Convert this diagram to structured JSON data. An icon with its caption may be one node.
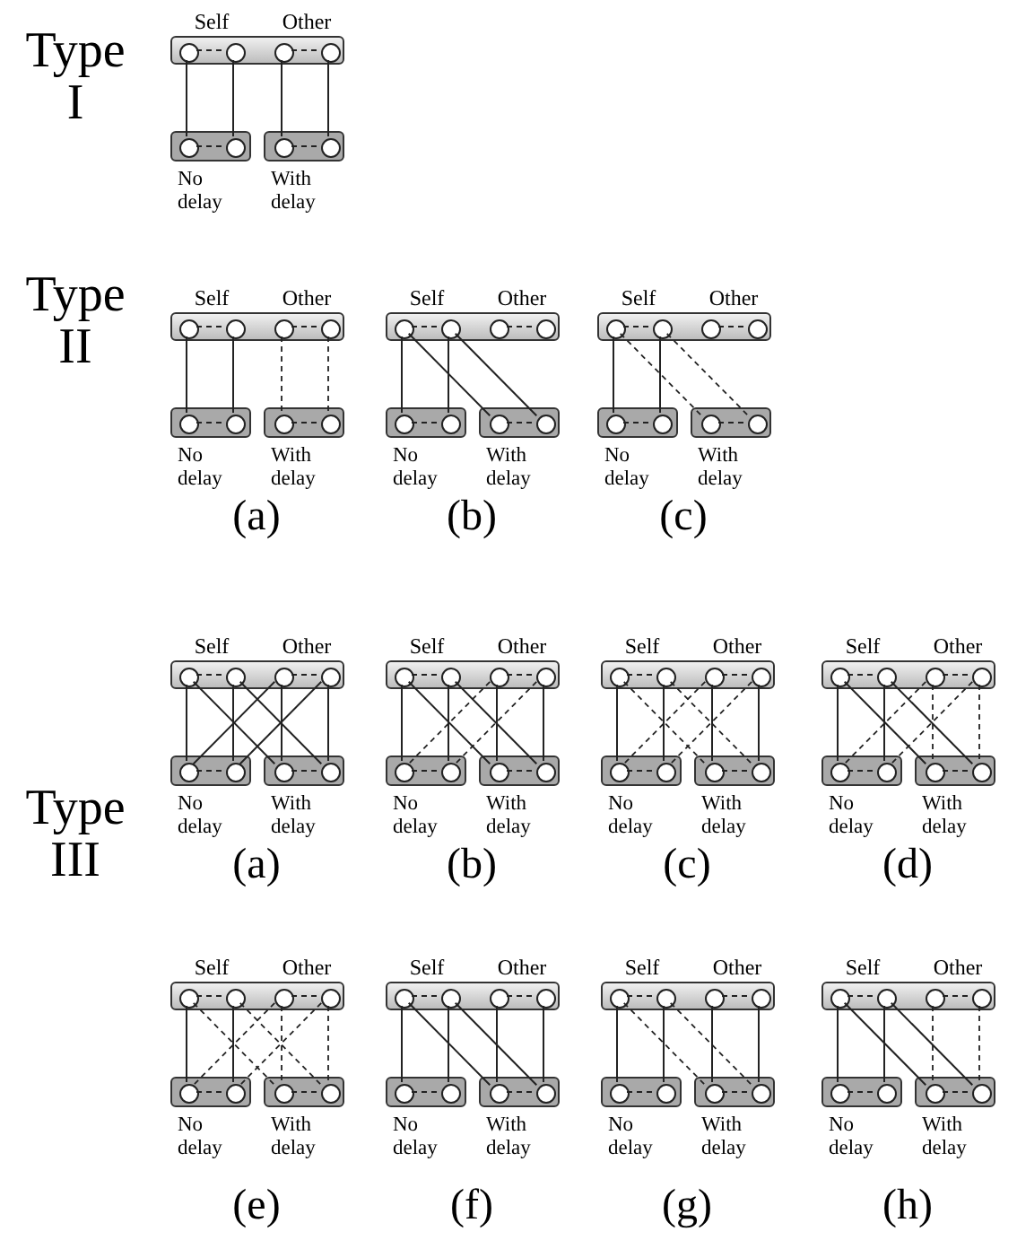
{
  "diagram": {
    "nodes": [
      {
        "text": [
          "Self",
          "Other"
        ]
      },
      {
        "text": [],
        "shape": "circle",
        "in": 0
      },
      {
        "text": [],
        "shape": "circle",
        "in": 0
      },
      {
        "text": [],
        "shape": "circle",
        "in": 0
      },
      {
        "text": [],
        "shape": "circle",
        "in": 0
      },
      {
        "text": [
          "No delay"
        ]
      },
      {
        "text": [],
        "shape": "circle",
        "in": 5
      },
      {
        "text": [],
        "shape": "circle",
        "in": 5
      },
      {
        "text": [
          "With delay"
        ]
      },
      {
        "text": [],
        "shape": "circle",
        "in": 8
      },
      {
        "text": [],
        "shape": "circle",
        "in": 8
      },
      {
        "text": [
          "Self",
          "Other"
        ]
      },
      {
        "text": [],
        "shape": "circle",
        "in": 11
      },
      {
        "text": [],
        "shape": "circle",
        "in": 11
      },
      {
        "text": [],
        "shape": "circle",
        "in": 11
      },
      {
        "text": [],
        "shape": "circle",
        "in": 11
      },
      {
        "text": [
          "No delay"
        ]
      },
      {
        "text": [],
        "shape": "circle",
        "in": 16
      },
      {
        "text": [],
        "shape": "circle",
        "in": 16
      },
      {
        "text": [
          "With delay"
        ]
      },
      {
        "text": [],
        "shape": "circle",
        "in": 19
      },
      {
        "text": [],
        "shape": "circle",
        "in": 19
      },
      {
        "text": [
          "Self",
          "Other"
        ]
      },
      {
        "text": [],
        "shape": "circle",
        "in": 22
      },
      {
        "text": [],
        "shape": "circle",
        "in": 22
      },
      {
        "text": [],
        "shape": "circle",
        "in": 22
      },
      {
        "text": [],
        "shape": "circle",
        "in": 22
      },
      {
        "text": [
          "No delay"
        ]
      },
      {
        "text": [],
        "shape": "circle",
        "in": 27
      },
      {
        "text": [],
        "shape": "circle",
        "in": 27
      },
      {
        "text": [
          "With delay"
        ]
      },
      {
        "text": [],
        "shape": "circle",
        "in": 30
      },
      {
        "text": [],
        "shape": "circle",
        "in": 30
      },
      {
        "text": [
          "Self",
          "Other"
        ]
      },
      {
        "text": [],
        "shape": "circle",
        "in": 33
      },
      {
        "text": [],
        "shape": "circle",
        "in": 33
      },
      {
        "text": [],
        "shape": "circle",
        "in": 33
      },
      {
        "text": [],
        "shape": "circle",
        "in": 33
      },
      {
        "text": [
          "No delay"
        ]
      },
      {
        "text": [],
        "shape": "circle",
        "in": 38
      },
      {
        "text": [],
        "shape": "circle",
        "in": 38
      },
      {
        "text": [
          "With delay"
        ]
      },
      {
        "text": [],
        "shape": "circle",
        "in": 41
      },
      {
        "text": [],
        "shape": "circle",
        "in": 41
      },
      {
        "text": [
          "Self",
          "Other"
        ]
      },
      {
        "text": [],
        "shape": "circle",
        "in": 44
      },
      {
        "text": [],
        "shape": "circle",
        "in": 44
      },
      {
        "text": [],
        "shape": "circle",
        "in": 44
      },
      {
        "text": [],
        "shape": "circle",
        "in": 44
      },
      {
        "text": [
          "No delay"
        ]
      },
      {
        "text": [],
        "shape": "circle",
        "in": 49
      },
      {
        "text": [],
        "shape": "circle",
        "in": 49
      },
      {
        "text": [
          "With delay"
        ]
      },
      {
        "text": [],
        "shape": "circle",
        "in": 52
      },
      {
        "text": [],
        "shape": "circle",
        "in": 52
      },
      {
        "text": [
          "Self",
          "Other"
        ]
      },
      {
        "text": [],
        "shape": "circle",
        "in": 55
      },
      {
        "text": [],
        "shape": "circle",
        "in": 55
      },
      {
        "text": [],
        "shape": "circle",
        "in": 55
      },
      {
        "text": [],
        "shape": "circle",
        "in": 55
      },
      {
        "text": [
          "No delay"
        ]
      },
      {
        "text": [],
        "shape": "circle",
        "in": 60
      },
      {
        "text": [],
        "shape": "circle",
        "in": 60
      },
      {
        "text": [
          "With delay"
        ]
      },
      {
        "text": [],
        "shape": "circle",
        "in": 63
      },
      {
        "text": [],
        "shape": "circle",
        "in": 63
      },
      {
        "text": [
          "Self",
          "Other"
        ]
      },
      {
        "text": [],
        "shape": "circle",
        "in": 66
      },
      {
        "text": [],
        "shape": "circle",
        "in": 66
      },
      {
        "text": [],
        "shape": "circle",
        "in": 66
      },
      {
        "text": [],
        "shape": "circle",
        "in": 66
      },
      {
        "text": [
          "No delay"
        ]
      },
      {
        "text": [],
        "shape": "circle",
        "in": 71
      },
      {
        "text": [],
        "shape": "circle",
        "in": 71
      },
      {
        "text": [
          "With delay"
        ]
      },
      {
        "text": [],
        "shape": "circle",
        "in": 74
      },
      {
        "text": [],
        "shape": "circle",
        "in": 74
      },
      {
        "text": [
          "Self",
          "Other"
        ]
      },
      {
        "text": [],
        "shape": "circle",
        "in": 77
      },
      {
        "text": [],
        "shape": "circle",
        "in": 77
      },
      {
        "text": [],
        "shape": "circle",
        "in": 77
      },
      {
        "text": [],
        "shape": "circle",
        "in": 77
      },
      {
        "text": [
          "No delay"
        ]
      },
      {
        "text": [],
        "shape": "circle",
        "in": 82
      },
      {
        "text": [],
        "shape": "circle",
        "in": 82
      },
      {
        "text": [
          "With delay"
        ]
      },
      {
        "text": [],
        "shape": "circle",
        "in": 85
      },
      {
        "text": [],
        "shape": "circle",
        "in": 85
      },
      {
        "text": [
          "Self",
          "Other"
        ]
      },
      {
        "text": [],
        "shape": "circle",
        "in": 88
      },
      {
        "text": [],
        "shape": "circle",
        "in": 88
      },
      {
        "text": [],
        "shape": "circle",
        "in": 88
      },
      {
        "text": [],
        "shape": "circle",
        "in": 88
      },
      {
        "text": [
          "No delay"
        ]
      },
      {
        "text": [],
        "shape": "circle",
        "in": 93
      },
      {
        "text": [],
        "shape": "circle",
        "in": 93
      },
      {
        "text": [
          "With delay"
        ]
      },
      {
        "text": [],
        "shape": "circle",
        "in": 96
      },
      {
        "text": [],
        "shape": "circle",
        "in": 96
      },
      {
        "text": [
          "Self",
          "Other"
        ]
      },
      {
        "text": [],
        "shape": "circle",
        "in": 99
      },
      {
        "text": [],
        "shape": "circle",
        "in": 99
      },
      {
        "text": [],
        "shape": "circle",
        "in": 99
      },
      {
        "text": [],
        "shape": "circle",
        "in": 99
      },
      {
        "text": [
          "No delay"
        ]
      },
      {
        "text": [],
        "shape": "circle",
        "in": 104
      },
      {
        "text": [],
        "shape": "circle",
        "in": 104
      },
      {
        "text": [
          "With delay"
        ]
      },
      {
        "text": [],
        "shape": "circle",
        "in": 107
      },
      {
        "text": [],
        "shape": "circle",
        "in": 107
      },
      {
        "text": [
          "Self",
          "Other"
        ]
      },
      {
        "text": [],
        "shape": "circle",
        "in": 110
      },
      {
        "text": [],
        "shape": "circle",
        "in": 110
      },
      {
        "text": [],
        "shape": "circle",
        "in": 110
      },
      {
        "text": [],
        "shape": "circle",
        "in": 110
      },
      {
        "text": [
          "No delay"
        ]
      },
      {
        "text": [],
        "shape": "circle",
        "in": 115
      },
      {
        "text": [],
        "shape": "circle",
        "in": 115
      },
      {
        "text": [
          "With delay"
        ]
      },
      {
        "text": [],
        "shape": "circle",
        "in": 118
      },
      {
        "text": [],
        "shape": "circle",
        "in": 118
      },
      {
        "text": [
          "Self",
          "Other"
        ]
      },
      {
        "text": [],
        "shape": "circle",
        "in": 121
      },
      {
        "text": [],
        "shape": "circle",
        "in": 121
      },
      {
        "text": [],
        "shape": "circle",
        "in": 121
      },
      {
        "text": [],
        "shape": "circle",
        "in": 121
      },
      {
        "text": [
          "No delay"
        ]
      },
      {
        "text": [],
        "shape": "circle",
        "in": 126
      },
      {
        "text": [],
        "shape": "circle",
        "in": 126
      },
      {
        "text": [
          "With delay"
        ]
      },
      {
        "text": [],
        "shape": "circle",
        "in": 129
      },
      {
        "text": [],
        "shape": "circle",
        "in": 129
      }
    ],
    "edges": [
      {
        "from": 1,
        "to": 2,
        "arrow": "none",
        "style": "dashed"
      },
      {
        "from": 3,
        "to": 4,
        "arrow": "none",
        "style": "dashed"
      },
      {
        "from": 6,
        "to": 7,
        "arrow": "none",
        "style": "dashed"
      },
      {
        "from": 9,
        "to": 10,
        "arrow": "none",
        "style": "dashed"
      },
      {
        "from": 1,
        "to": 6,
        "arrow": "none"
      },
      {
        "from": 2,
        "to": 7,
        "arrow": "none"
      },
      {
        "from": 3,
        "to": 9,
        "arrow": "none"
      },
      {
        "from": 4,
        "to": 10,
        "arrow": "none"
      },
      {
        "from": 12,
        "to": 13,
        "arrow": "none",
        "style": "dashed"
      },
      {
        "from": 14,
        "to": 15,
        "arrow": "none",
        "style": "dashed"
      },
      {
        "from": 17,
        "to": 18,
        "arrow": "none",
        "style": "dashed"
      },
      {
        "from": 20,
        "to": 21,
        "arrow": "none",
        "style": "dashed"
      },
      {
        "from": 12,
        "to": 17,
        "arrow": "none"
      },
      {
        "from": 13,
        "to": 18,
        "arrow": "none"
      },
      {
        "from": 14,
        "to": 20,
        "arrow": "none",
        "style": "dashed"
      },
      {
        "from": 15,
        "to": 21,
        "arrow": "none",
        "style": "dashed"
      },
      {
        "from": 23,
        "to": 24,
        "arrow": "none",
        "style": "dashed"
      },
      {
        "from": 25,
        "to": 26,
        "arrow": "none",
        "style": "dashed"
      },
      {
        "from": 28,
        "to": 29,
        "arrow": "none",
        "style": "dashed"
      },
      {
        "from": 31,
        "to": 32,
        "arrow": "none",
        "style": "dashed"
      },
      {
        "from": 23,
        "to": 28,
        "arrow": "none"
      },
      {
        "from": 24,
        "to": 29,
        "arrow": "none"
      },
      {
        "from": 23,
        "to": 31,
        "arrow": "none"
      },
      {
        "from": 24,
        "to": 32,
        "arrow": "none"
      },
      {
        "from": 34,
        "to": 35,
        "arrow": "none",
        "style": "dashed"
      },
      {
        "from": 36,
        "to": 37,
        "arrow": "none",
        "style": "dashed"
      },
      {
        "from": 39,
        "to": 40,
        "arrow": "none",
        "style": "dashed"
      },
      {
        "from": 42,
        "to": 43,
        "arrow": "none",
        "style": "dashed"
      },
      {
        "from": 34,
        "to": 39,
        "arrow": "none"
      },
      {
        "from": 35,
        "to": 40,
        "arrow": "none"
      },
      {
        "from": 34,
        "to": 42,
        "arrow": "none",
        "style": "dashed"
      },
      {
        "from": 35,
        "to": 43,
        "arrow": "none",
        "style": "dashed"
      },
      {
        "from": 45,
        "to": 46,
        "arrow": "none",
        "style": "dashed"
      },
      {
        "from": 47,
        "to": 48,
        "arrow": "none",
        "style": "dashed"
      },
      {
        "from": 50,
        "to": 51,
        "arrow": "none",
        "style": "dashed"
      },
      {
        "from": 53,
        "to": 54,
        "arrow": "none",
        "style": "dashed"
      },
      {
        "from": 45,
        "to": 50,
        "arrow": "none"
      },
      {
        "from": 46,
        "to": 51,
        "arrow": "none"
      },
      {
        "from": 47,
        "to": 53,
        "arrow": "none"
      },
      {
        "from": 48,
        "to": 54,
        "arrow": "none"
      },
      {
        "from": 45,
        "to": 53,
        "arrow": "none"
      },
      {
        "from": 46,
        "to": 54,
        "arrow": "none"
      },
      {
        "from": 47,
        "to": 50,
        "arrow": "none"
      },
      {
        "from": 48,
        "to": 51,
        "arrow": "none"
      },
      {
        "from": 56,
        "to": 57,
        "arrow": "none",
        "style": "dashed"
      },
      {
        "from": 58,
        "to": 59,
        "arrow": "none",
        "style": "dashed"
      },
      {
        "from": 61,
        "to": 62,
        "arrow": "none",
        "style": "dashed"
      },
      {
        "from": 64,
        "to": 65,
        "arrow": "none",
        "style": "dashed"
      },
      {
        "from": 56,
        "to": 61,
        "arrow": "none"
      },
      {
        "from": 57,
        "to": 62,
        "arrow": "none"
      },
      {
        "from": 58,
        "to": 64,
        "arrow": "none"
      },
      {
        "from": 59,
        "to": 65,
        "arrow": "none"
      },
      {
        "from": 56,
        "to": 64,
        "arrow": "none"
      },
      {
        "from": 57,
        "to": 65,
        "arrow": "none"
      },
      {
        "from": 58,
        "to": 61,
        "arrow": "none",
        "style": "dashed"
      },
      {
        "from": 59,
        "to": 62,
        "arrow": "none",
        "style": "dashed"
      },
      {
        "from": 67,
        "to": 68,
        "arrow": "none",
        "style": "dashed"
      },
      {
        "from": 69,
        "to": 70,
        "arrow": "none",
        "style": "dashed"
      },
      {
        "from": 72,
        "to": 73,
        "arrow": "none",
        "style": "dashed"
      },
      {
        "from": 75,
        "to": 76,
        "arrow": "none",
        "style": "dashed"
      },
      {
        "from": 67,
        "to": 72,
        "arrow": "none"
      },
      {
        "from": 68,
        "to": 73,
        "arrow": "none"
      },
      {
        "from": 69,
        "to": 75,
        "arrow": "none"
      },
      {
        "from": 70,
        "to": 76,
        "arrow": "none"
      },
      {
        "from": 67,
        "to": 75,
        "arrow": "none",
        "style": "dashed"
      },
      {
        "from": 68,
        "to": 76,
        "arrow": "none",
        "style": "dashed"
      },
      {
        "from": 69,
        "to": 72,
        "arrow": "none",
        "style": "dashed"
      },
      {
        "from": 70,
        "to": 73,
        "arrow": "none",
        "style": "dashed"
      },
      {
        "from": 78,
        "to": 79,
        "arrow": "none",
        "style": "dashed"
      },
      {
        "from": 80,
        "to": 81,
        "arrow": "none",
        "style": "dashed"
      },
      {
        "from": 83,
        "to": 84,
        "arrow": "none",
        "style": "dashed"
      },
      {
        "from": 86,
        "to": 87,
        "arrow": "none",
        "style": "dashed"
      },
      {
        "from": 78,
        "to": 83,
        "arrow": "none"
      },
      {
        "from": 79,
        "to": 84,
        "arrow": "none"
      },
      {
        "from": 80,
        "to": 86,
        "arrow": "none",
        "style": "dashed"
      },
      {
        "from": 81,
        "to": 87,
        "arrow": "none",
        "style": "dashed"
      },
      {
        "from": 78,
        "to": 86,
        "arrow": "none"
      },
      {
        "from": 79,
        "to": 87,
        "arrow": "none"
      },
      {
        "from": 80,
        "to": 83,
        "arrow": "none",
        "style": "dashed"
      },
      {
        "from": 81,
        "to": 84,
        "arrow": "none",
        "style": "dashed"
      },
      {
        "from": 89,
        "to": 90,
        "arrow": "none",
        "style": "dashed"
      },
      {
        "from": 91,
        "to": 92,
        "arrow": "none",
        "style": "dashed"
      },
      {
        "from": 94,
        "to": 95,
        "arrow": "none",
        "style": "dashed"
      },
      {
        "from": 97,
        "to": 98,
        "arrow": "none",
        "style": "dashed"
      },
      {
        "from": 89,
        "to": 94,
        "arrow": "none"
      },
      {
        "from": 90,
        "to": 95,
        "arrow": "none"
      },
      {
        "from": 91,
        "to": 97,
        "arrow": "none",
        "style": "dashed"
      },
      {
        "from": 92,
        "to": 98,
        "arrow": "none",
        "style": "dashed"
      },
      {
        "from": 89,
        "to": 97,
        "arrow": "none",
        "style": "dashed"
      },
      {
        "from": 90,
        "to": 98,
        "arrow": "none",
        "style": "dashed"
      },
      {
        "from": 91,
        "to": 94,
        "arrow": "none",
        "style": "dashed"
      },
      {
        "from": 92,
        "to": 95,
        "arrow": "none",
        "style": "dashed"
      },
      {
        "from": 100,
        "to": 101,
        "arrow": "none",
        "style": "dashed"
      },
      {
        "from": 102,
        "to": 103,
        "arrow": "none",
        "style": "dashed"
      },
      {
        "from": 105,
        "to": 106,
        "arrow": "none",
        "style": "dashed"
      },
      {
        "from": 108,
        "to": 109,
        "arrow": "none",
        "style": "dashed"
      },
      {
        "from": 100,
        "to": 105,
        "arrow": "none"
      },
      {
        "from": 101,
        "to": 106,
        "arrow": "none"
      },
      {
        "from": 102,
        "to": 108,
        "arrow": "none"
      },
      {
        "from": 103,
        "to": 109,
        "arrow": "none"
      },
      {
        "from": 100,
        "to": 108,
        "arrow": "none"
      },
      {
        "from": 101,
        "to": 109,
        "arrow": "none"
      },
      {
        "from": 111,
        "to": 112,
        "arrow": "none",
        "style": "dashed"
      },
      {
        "from": 113,
        "to": 114,
        "arrow": "none",
        "style": "dashed"
      },
      {
        "from": 116,
        "to": 117,
        "arrow": "none",
        "style": "dashed"
      },
      {
        "from": 119,
        "to": 120,
        "arrow": "none",
        "style": "dashed"
      },
      {
        "from": 111,
        "to": 116,
        "arrow": "none"
      },
      {
        "from": 112,
        "to": 117,
        "arrow": "none"
      },
      {
        "from": 113,
        "to": 119,
        "arrow": "none"
      },
      {
        "from": 114,
        "to": 120,
        "arrow": "none"
      },
      {
        "from": 111,
        "to": 119,
        "arrow": "none",
        "style": "dashed"
      },
      {
        "from": 112,
        "to": 120,
        "arrow": "none",
        "style": "dashed"
      },
      {
        "from": 122,
        "to": 123,
        "arrow": "none",
        "style": "dashed"
      },
      {
        "from": 124,
        "to": 125,
        "arrow": "none",
        "style": "dashed"
      },
      {
        "from": 127,
        "to": 128,
        "arrow": "none",
        "style": "dashed"
      },
      {
        "from": 130,
        "to": 131,
        "arrow": "none",
        "style": "dashed"
      },
      {
        "from": 122,
        "to": 127,
        "arrow": "none"
      },
      {
        "from": 123,
        "to": 128,
        "arrow": "none"
      },
      {
        "from": 124,
        "to": 130,
        "arrow": "none",
        "style": "dashed"
      },
      {
        "from": 125,
        "to": 131,
        "arrow": "none",
        "style": "dashed"
      },
      {
        "from": 122,
        "to": 130,
        "arrow": "none"
      },
      {
        "from": 123,
        "to": 131,
        "arrow": "none"
      }
    ],
    "labels": [
      "Type I",
      "Type II",
      "(a)",
      "(b)",
      "(c)",
      "Type III",
      "(a)",
      "(b)",
      "(c)",
      "(d)",
      "(e)",
      "(f)",
      "(g)",
      "(h)"
    ]
  }
}
